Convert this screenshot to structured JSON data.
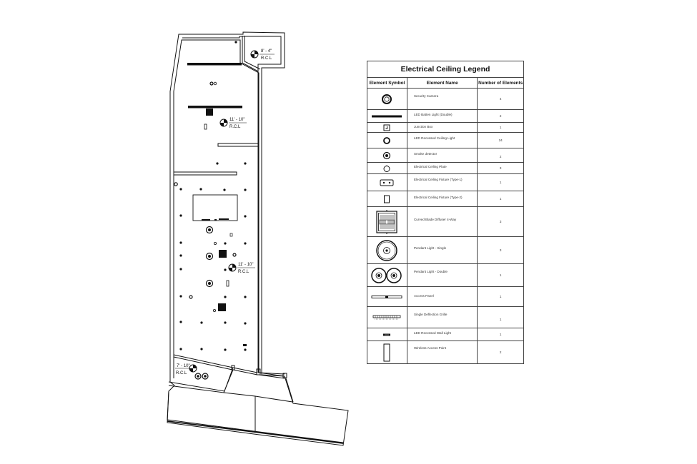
{
  "legend": {
    "title": "Electrical Ceiling Legend",
    "headers": [
      "Element Symbol",
      "Element Name",
      "Number of Elements"
    ],
    "rows": [
      {
        "symbol": "security-camera-icon",
        "name": "Security Camera",
        "count": "4"
      },
      {
        "symbol": "led-batten-light-icon",
        "name": "LED Batten Light (Double)",
        "count": "2"
      },
      {
        "symbol": "junction-box-icon",
        "name": "Junction Box",
        "count": "1"
      },
      {
        "symbol": "led-recessed-ceiling-light-icon",
        "name": "LED Recessed Ceiling Light",
        "count": "24"
      },
      {
        "symbol": "smoke-detector-icon",
        "name": "Smoke detector",
        "count": "2"
      },
      {
        "symbol": "electrical-ceiling-plate-icon",
        "name": "Electrical Ceiling Plate",
        "count": "3"
      },
      {
        "symbol": "ceiling-fixture-type1-icon",
        "name": "Electrical Ceiling Fixture (Type-1)",
        "count": "1"
      },
      {
        "symbol": "ceiling-fixture-type2-icon",
        "name": "Electrical Ceiling Fixture (Type-2)",
        "count": "1"
      },
      {
        "symbol": "curved-blade-diffuser-icon",
        "name": "Curved Blade Diffuser 4-Way",
        "count": "3"
      },
      {
        "symbol": "pendant-light-single-icon",
        "name": "Pendant Light - Single",
        "count": "3"
      },
      {
        "symbol": "pendant-light-double-icon",
        "name": "Pendant Light - Double",
        "count": "1"
      },
      {
        "symbol": "access-panel-icon",
        "name": "Access Panel",
        "count": "1"
      },
      {
        "symbol": "single-deflection-grille-icon",
        "name": "Single Deflection Grille",
        "count": "1"
      },
      {
        "symbol": "led-recessed-wall-light-icon",
        "name": "LED Recessed Wall Light",
        "count": "1"
      },
      {
        "symbol": "wireless-access-point-icon",
        "name": "Wireless Access Point",
        "count": "2"
      }
    ]
  },
  "plan": {
    "ceiling_heights": [
      {
        "height": "8' - 4\"",
        "label": "R.C.L"
      },
      {
        "height": "11' - 10\"",
        "label": "R.C.L"
      },
      {
        "height": "11' - 10\"",
        "label": "R.C.L"
      },
      {
        "height": "7' - 10\"",
        "label": "R.C.L"
      }
    ]
  },
  "colors": {
    "line": "#111111",
    "background": "#ffffff",
    "border": "#444444"
  }
}
